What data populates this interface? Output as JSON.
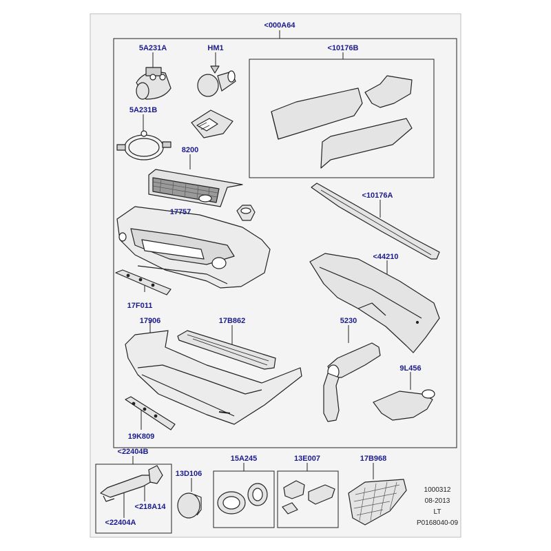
{
  "diagram": {
    "assembly_label": "<000A64",
    "callouts": {
      "a5a231a": "5A231A",
      "hm1": "HM1",
      "a10176b": "<10176B",
      "a5a231b": "5A231B",
      "a8200": "8200",
      "a10176a": "<10176A",
      "a17757": "17757",
      "a44210": "<44210",
      "a17f011": "17F011",
      "a17906": "17906",
      "a17b862": "17B862",
      "a5230": "5230",
      "a9l456": "9L456",
      "a19k809": "19K809",
      "a22404b": "<22404B",
      "a218a14": "<218A14",
      "a22404a": "<22404A",
      "a13d106": "13D106",
      "a15a245": "15A245",
      "a13e007": "13E007",
      "a17b968": "17B968"
    },
    "info": {
      "line1": "1000312",
      "line2": "08-2013",
      "line3": "LT",
      "line4": "P0168040-09"
    },
    "colors": {
      "background": "#ffffff",
      "panel": "#f4f4f4",
      "callout_text": "#1a1a8c",
      "part_fill": "#e4e4e4",
      "part_stroke": "#222222"
    }
  }
}
